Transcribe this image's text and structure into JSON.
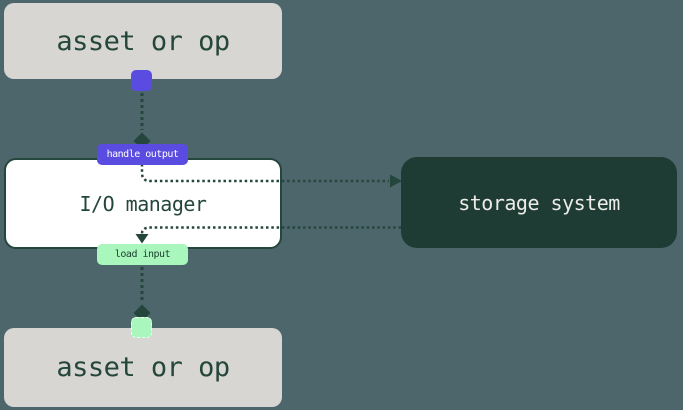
{
  "diagram": {
    "title": "io-manager-flow-diagram",
    "nodes": {
      "asset_top": {
        "label": "asset or op"
      },
      "io_manager": {
        "label": "I/O manager"
      },
      "storage": {
        "label": "storage system"
      },
      "asset_bottom": {
        "label": "asset or op"
      }
    },
    "badges": {
      "handle_output": {
        "label": "handle output"
      },
      "load_input": {
        "label": "load input"
      }
    },
    "icons": {
      "top_port": "output-port-square",
      "bottom_port": "input-port-square",
      "connector_ends": "diamond-connector",
      "to_storage": "arrow-right",
      "to_load_input": "arrow-down"
    },
    "colors": {
      "background": "#4C666B",
      "asset_box": "#D8D6D2",
      "io_box": "#FFFFFF",
      "storage_box": "#1E3C34",
      "line_dark_green": "#24463C",
      "accent_purple": "#5A4CE0",
      "accent_light_green": "#A9F7BD",
      "storage_text": "#ECEBE8",
      "dark_text": "#24463C"
    }
  }
}
